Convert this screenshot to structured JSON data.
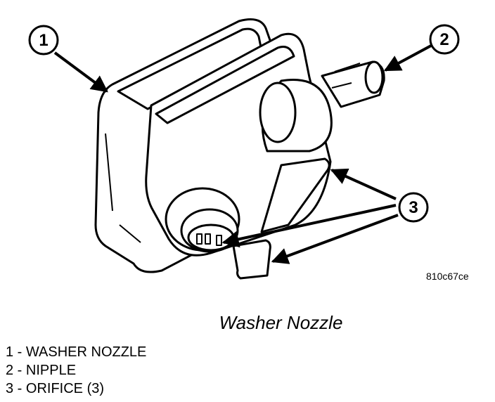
{
  "callouts": [
    {
      "number": "1"
    },
    {
      "number": "2"
    },
    {
      "number": "3"
    }
  ],
  "figure_id": "810c67ce",
  "caption": "Washer Nozzle",
  "legend": [
    "1 - WASHER NOZZLE",
    "2 - NIPPLE",
    "3 - ORIFICE (3)"
  ]
}
